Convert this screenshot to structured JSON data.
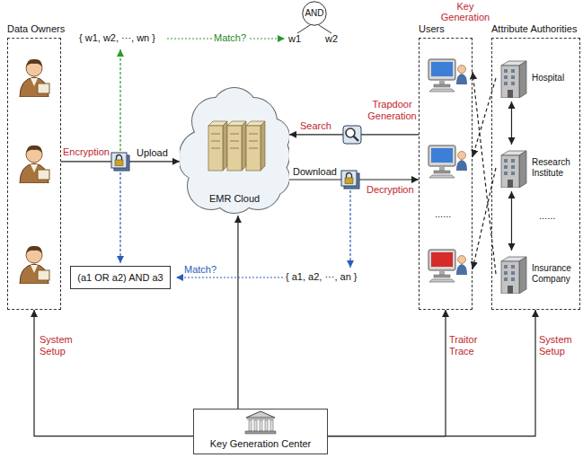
{
  "diagram": {
    "nodes": [
      {
        "text": [
          "Data Owners"
        ]
      },
      {
        "text": [
          "EMR Cloud"
        ]
      },
      {
        "text": [
          "Users"
        ]
      },
      {
        "text": [
          "Attribute Authorities"
        ]
      },
      {
        "text": [
          "Hospital"
        ],
        "in": 3
      },
      {
        "text": [
          "Research Institute"
        ],
        "in": 3
      },
      {
        "text": [
          "Insurance Company"
        ],
        "in": 3
      },
      {
        "text": [
          "Key Generation Center"
        ]
      },
      {
        "text": [
          "(a1 OR a2) AND a3"
        ]
      },
      {
        "text": [
          "AND"
        ]
      }
    ],
    "edges": [
      {
        "from": 0,
        "to": 1,
        "arrow": "to",
        "label": "Upload"
      },
      {
        "from": 1,
        "to": 2,
        "arrow": "to",
        "label": "Download"
      },
      {
        "from": 2,
        "to": 1,
        "arrow": "to",
        "label": "Search"
      },
      {
        "from": 4,
        "to": 2,
        "arrow": "to"
      },
      {
        "from": 5,
        "to": 2,
        "arrow": "to"
      },
      {
        "from": 6,
        "to": 2,
        "arrow": "to"
      },
      {
        "from": 4,
        "to": 5,
        "arrow": "both"
      },
      {
        "from": 5,
        "to": 6,
        "arrow": "both"
      },
      {
        "from": 7,
        "to": 0,
        "arrow": "to",
        "label": "System Setup"
      },
      {
        "from": 7,
        "to": 1,
        "arrow": "to"
      },
      {
        "from": 7,
        "to": 2,
        "arrow": "to",
        "label": "Traitor Trace"
      },
      {
        "from": 7,
        "to": 3,
        "arrow": "to",
        "label": "System Setup"
      }
    ],
    "labels": [
      "Encryption",
      "Decryption",
      "Trapdoor Generation",
      "Key Generation",
      "{ w1, w2, ···, wn }",
      "Match?",
      "w1",
      "w2",
      "{ a1, a2, ···, an }",
      "Match?",
      "......",
      "......"
    ]
  }
}
